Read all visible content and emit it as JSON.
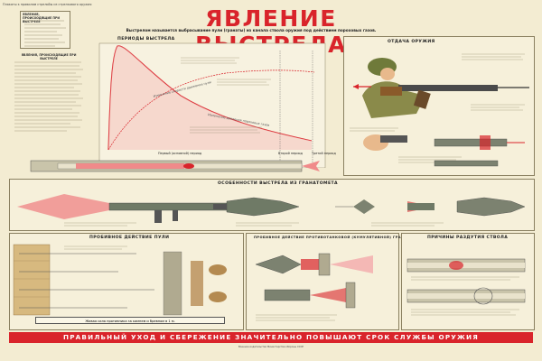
{
  "header": {
    "note": "Плакаты к правилам стрельбы из стрелкового оружия",
    "title": "ЯВЛЕНИЕ ВЫСТРЕЛА",
    "subtitle": "Выстрелом называется выбрасывание пули (гранаты) из канала ствола оружия под действием пороховых газов."
  },
  "sections": {
    "left_list_title": "ЯВЛЕНИЯ, ПРОИСХОДЯЩИЕ ПРИ ВЫСТРЕЛЕ",
    "left_text_title": "ЯВЛЕНИЯ, ПРОИСХОДЯЩИЕ ПРИ ВЫСТРЕЛЕ",
    "periods_title": "ПЕРИОДЫ ВЫСТРЕЛА",
    "recoil_title": "ОТДАЧА ОРУЖИЯ",
    "grenade_title": "ОСОБЕННОСТИ ВЫСТРЕЛА ИЗ ГРАНАТОМЕТА",
    "penetration_title": "ПРОБИВНОЕ ДЕЙСТВИЕ ПУЛИ",
    "antitank_title": "ПРОБИВНОЕ ДЕЙСТВИЕ ПРОТИВОТАНКОВОЙ (КУМУЛЯТИВНОЙ) ГРАНАТЫ",
    "barrel_title": "ПРИЧИНЫ РАЗДУТИЯ СТВОЛА"
  },
  "periods": {
    "p1": "Первый (основной) период",
    "p2": "Второй период",
    "p3": "Третий период",
    "curve_pressure": "Изменение давления пороховых газов",
    "curve_speed": "Изменение скорости движения пули"
  },
  "speed_note": "Живая сила противника за камнем и бревном в 1 м.",
  "footer": {
    "slogan": "ПРАВИЛЬНЫЙ УХОД И СБЕРЕЖЕНИЕ ЗНАЧИТЕЛЬНО ПОВЫШАЮТ СРОК СЛУЖБЫ ОРУЖИЯ",
    "imprint": "Военное издательство Министерства обороны СССР"
  },
  "colors": {
    "accent": "#d9242b",
    "flame": "#f08a8a",
    "metal": "#6f7a66",
    "paper": "#f3ecd2",
    "olive": "#7a7a3a"
  }
}
